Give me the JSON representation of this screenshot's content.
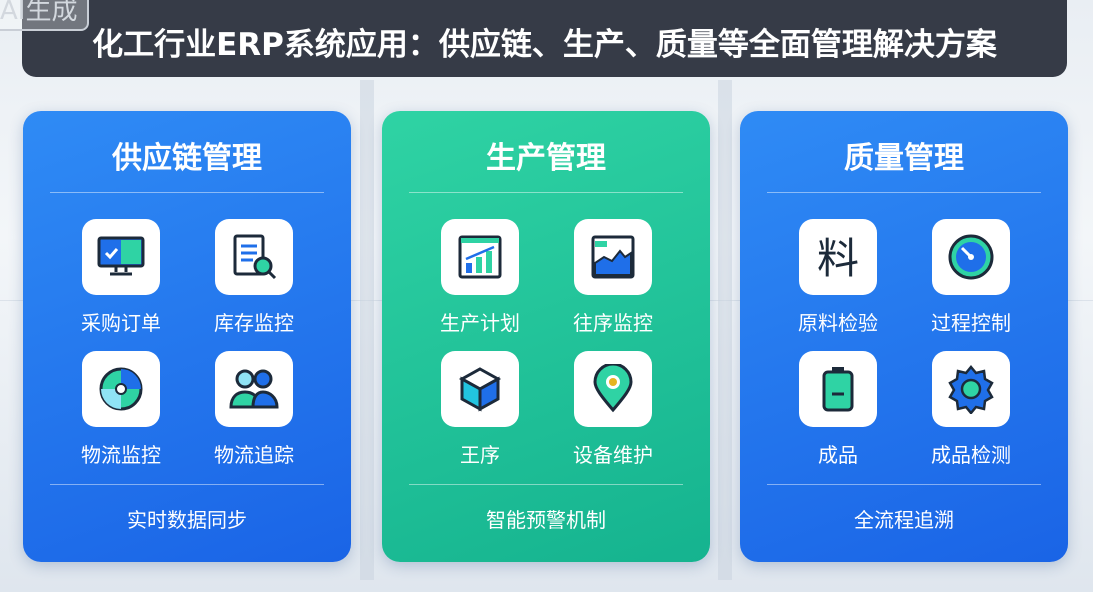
{
  "badge": "AI生成",
  "title": "化工行业ERP系统应用：供应链、生产、质量等全面管理解决方案",
  "cards": [
    {
      "title": "供应链管理",
      "items": [
        {
          "label": "采购订单",
          "icon": "monitor-check-icon"
        },
        {
          "label": "库存监控",
          "icon": "document-search-icon"
        },
        {
          "label": "物流监控",
          "icon": "disc-icon"
        },
        {
          "label": "物流追踪",
          "icon": "users-icon"
        }
      ],
      "footer": "实时数据同步",
      "color": "#1f6fe9"
    },
    {
      "title": "生产管理",
      "items": [
        {
          "label": "生产计划",
          "icon": "bar-chart-icon"
        },
        {
          "label": "往序监控",
          "icon": "area-chart-icon"
        },
        {
          "label": "王序",
          "icon": "cube-icon"
        },
        {
          "label": "设备维护",
          "icon": "location-pin-icon"
        }
      ],
      "footer": "智能预警机制",
      "color": "#1fc29a"
    },
    {
      "title": "质量管理",
      "items": [
        {
          "label": "原料检验",
          "icon": "liao-character-icon"
        },
        {
          "label": "过程控制",
          "icon": "gauge-icon"
        },
        {
          "label": "成品",
          "icon": "battery-icon"
        },
        {
          "label": "成品检测",
          "icon": "gear-icon"
        }
      ],
      "footer": "全流程追溯",
      "color": "#1f6fe9"
    }
  ]
}
